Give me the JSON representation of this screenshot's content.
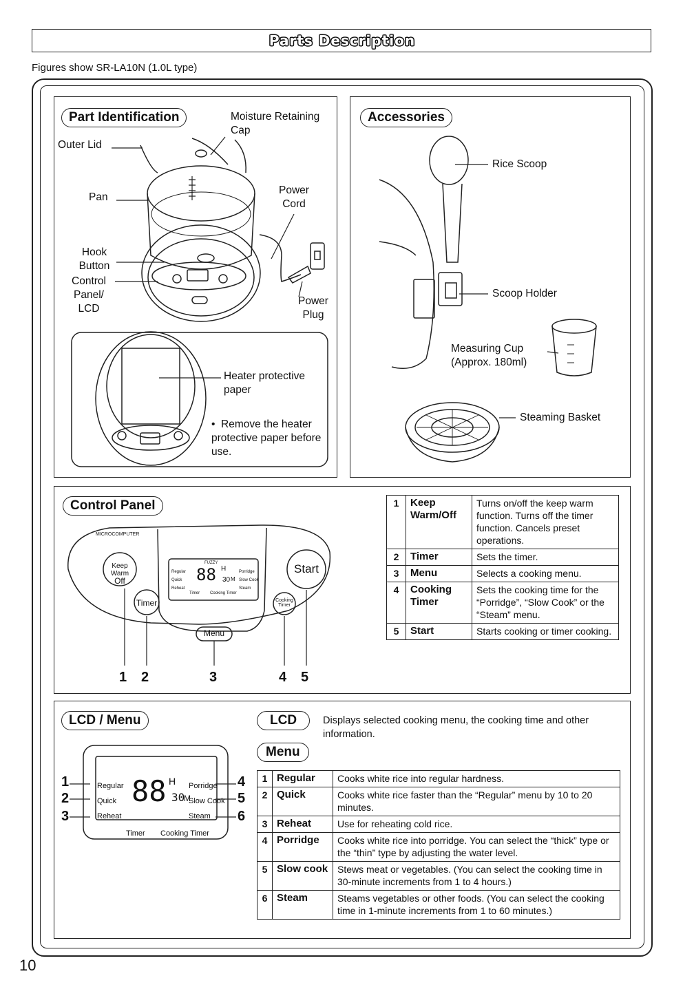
{
  "header": {
    "title": "Parts Description",
    "subtitle": "Figures show SR-LA10N (1.0L type)"
  },
  "part_identification": {
    "heading": "Part Identification",
    "labels": {
      "outer_lid": "Outer Lid",
      "moisture_cap": "Moisture Retaining Cap",
      "pan": "Pan",
      "power_cord": "Power Cord",
      "hook_button": "Hook Button",
      "control_panel_lcd": "Control Panel/ LCD",
      "power_plug": "Power Plug",
      "heater_paper": "Heater protective paper",
      "remove_note": "Remove the heater protective paper before use."
    }
  },
  "accessories": {
    "heading": "Accessories",
    "labels": {
      "rice_scoop": "Rice Scoop",
      "scoop_holder": "Scoop Holder",
      "measuring_cup": "Measuring Cup",
      "measuring_cup_capacity": "(Approx. 180ml)",
      "steaming_basket": "Steaming Basket"
    }
  },
  "control_panel": {
    "heading": "Control Panel",
    "figure": {
      "brand": "MICROCOMPUTER",
      "fuzzy": "FUZZY",
      "keep_warm": "Keep Warm",
      "off": "Off",
      "timer": "Timer",
      "menu": "Menu",
      "start": "Start",
      "cooking_timer_line1": "Cooking",
      "cooking_timer_line2": "Timer",
      "lcd_regular": "Regular",
      "lcd_quick": "Quick",
      "lcd_reheat": "Reheat",
      "lcd_porridge": "Porridge",
      "lcd_slowcook": "Slow Cook",
      "lcd_steam": "Steam",
      "lcd_digits": "88",
      "lcd_digits2": "30",
      "lcd_h": "H",
      "lcd_m": "M",
      "lcd_timer": "Timer",
      "lcd_cooking_timer": "Cooking Timer"
    },
    "callouts": [
      "1",
      "2",
      "3",
      "4",
      "5"
    ],
    "rows": [
      {
        "num": "1",
        "name": "Keep Warm/Off",
        "desc": "Turns on/off the keep warm function. Turns off the timer function. Cancels preset operations."
      },
      {
        "num": "2",
        "name": "Timer",
        "desc": "Sets the timer."
      },
      {
        "num": "3",
        "name": "Menu",
        "desc": "Selects a cooking menu."
      },
      {
        "num": "4",
        "name": "Cooking Timer",
        "desc": "Sets the cooking time for the “Porridge”, “Slow Cook” or the “Steam” menu."
      },
      {
        "num": "5",
        "name": "Start",
        "desc": "Starts cooking or timer cooking."
      }
    ]
  },
  "lcd_menu": {
    "heading": "LCD / Menu",
    "lcd_label": "LCD",
    "lcd_desc": "Displays selected cooking menu, the cooking time and other information.",
    "menu_label": "Menu",
    "callouts": [
      "1",
      "2",
      "3",
      "4",
      "5",
      "6"
    ],
    "rows": [
      {
        "num": "1",
        "name": "Regular",
        "desc": "Cooks white rice into regular hardness."
      },
      {
        "num": "2",
        "name": "Quick",
        "desc": "Cooks white rice faster than the “Regular” menu by 10 to 20 minutes."
      },
      {
        "num": "3",
        "name": "Reheat",
        "desc": "Use for reheating cold rice."
      },
      {
        "num": "4",
        "name": "Porridge",
        "desc": "Cooks white rice into porridge. You can select the “thick” type or the “thin” type by adjusting the water level."
      },
      {
        "num": "5",
        "name": "Slow cook",
        "desc": "Stews meat or vegetables. (You can select the cooking time in 30-minute increments from 1 to 4 hours.)"
      },
      {
        "num": "6",
        "name": "Steam",
        "desc": "Steams vegetables or other foods. (You can select the cooking time in 1-minute increments from 1 to 60 minutes.)"
      }
    ]
  },
  "page_number": "10"
}
